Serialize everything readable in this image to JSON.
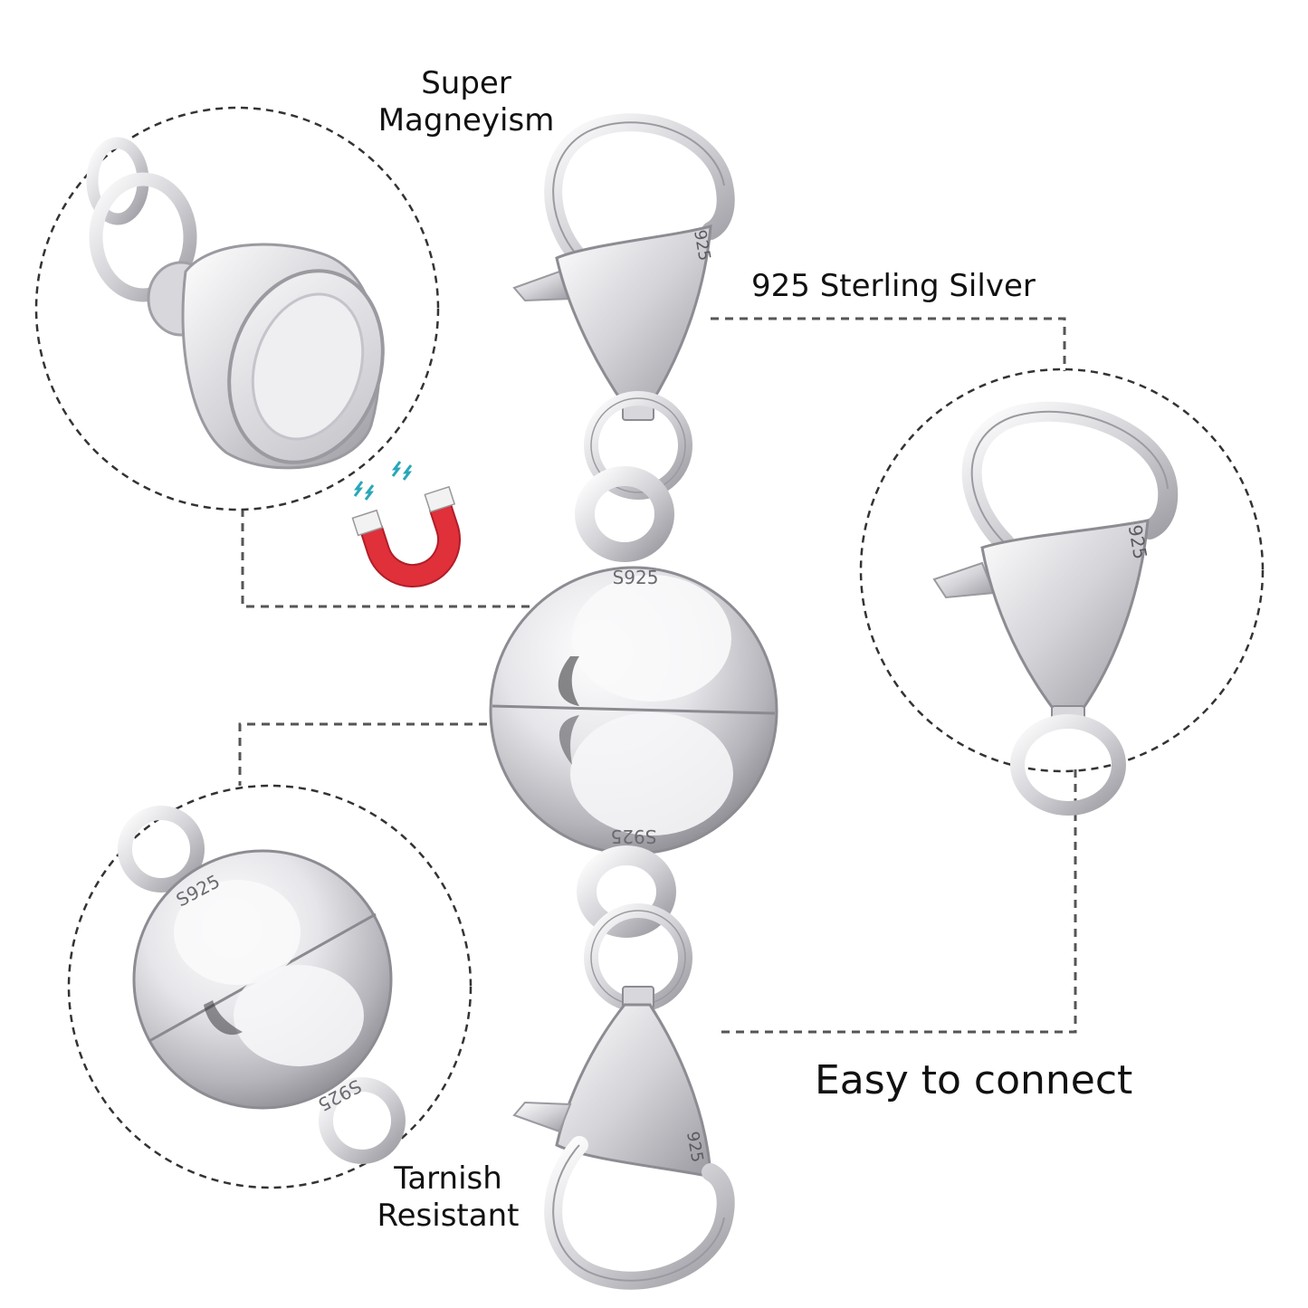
{
  "labels": {
    "magnetism_line1": "Super",
    "magnetism_line2": "Magneyism",
    "sterling_silver": "925 Sterling Silver",
    "tarnish_line1": "Tarnish",
    "tarnish_line2": "Resistant",
    "easy_connect": "Easy to connect"
  },
  "stamps": {
    "clasp_925": "925",
    "ball_s925": "S925"
  },
  "colors": {
    "silver_light": "#f4f4f6",
    "silver_mid": "#c9c9cd",
    "silver_dark": "#8c8c92",
    "dash_line": "#555555",
    "magnet_red": "#e0303a",
    "magnet_teal": "#2aa7b8"
  }
}
